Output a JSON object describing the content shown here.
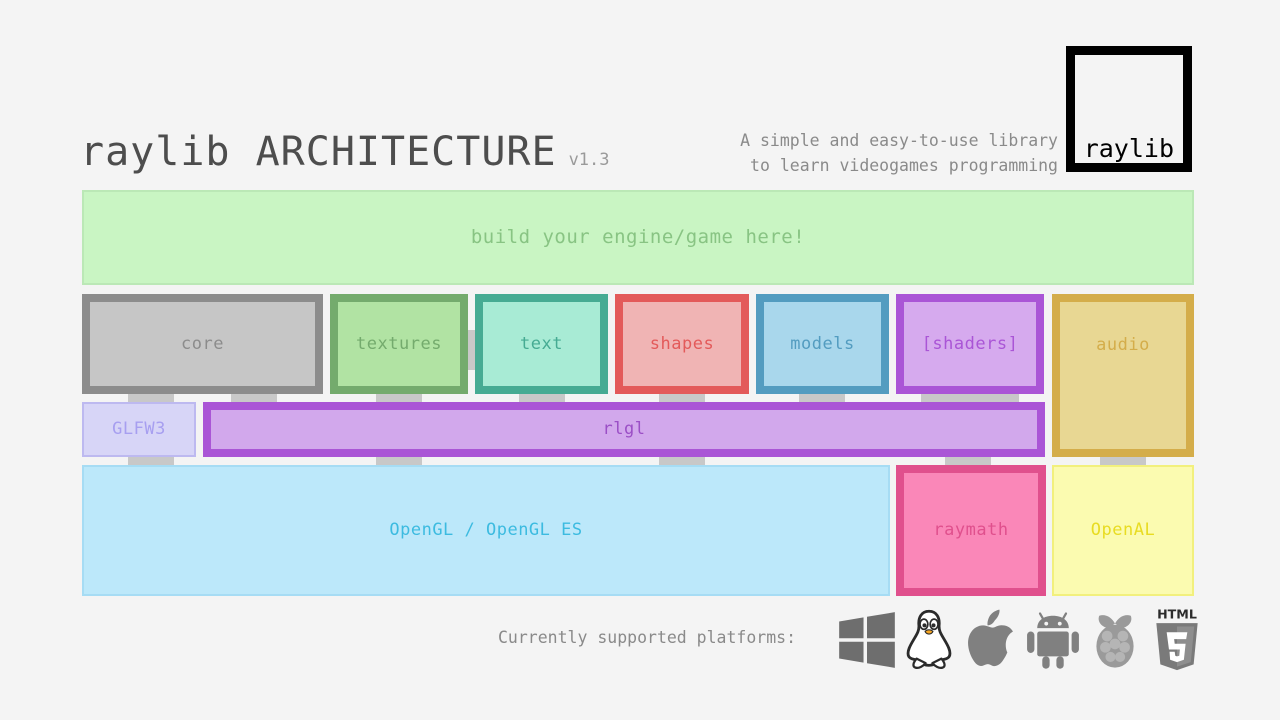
{
  "header": {
    "title_brand": "raylib ARCHITECTURE",
    "version": "v1.3",
    "tagline_line1": "A simple and easy-to-use library",
    "tagline_line2": "to learn videogames programming",
    "logo_text": "raylib"
  },
  "banner": {
    "label": "build your engine/game here!"
  },
  "modules": [
    {
      "label": "core",
      "color": "#8c8c8c"
    },
    {
      "label": "textures",
      "color": "#74ab6d"
    },
    {
      "label": "text",
      "color": "#46ab93"
    },
    {
      "label": "shapes",
      "color": "#e35a5a"
    },
    {
      "label": "models",
      "color": "#539cc0"
    },
    {
      "label": "[shaders]",
      "color": "#aa55d6"
    },
    {
      "label": "audio",
      "color": "#d4ad4a"
    }
  ],
  "backend": [
    {
      "label": "GLFW3",
      "color": "#a79ff0"
    },
    {
      "label": "rlgl",
      "color": "#9b4fc6"
    }
  ],
  "bottom": [
    {
      "label": "OpenGL / OpenGL ES",
      "color": "#3cbbe0"
    },
    {
      "label": "raymath",
      "color": "#e0508d"
    },
    {
      "label": "OpenAL",
      "color": "#e8dc22"
    }
  ],
  "footer": {
    "label": "Currently supported platforms:",
    "platforms": [
      "windows-icon",
      "linux-tux-icon",
      "apple-icon",
      "android-icon",
      "raspberry-pi-icon",
      "html5-icon"
    ]
  },
  "colors": {
    "background": "#f4f4f4",
    "text_gray": "#8a8a8a",
    "banner_bg": "#c9f5c3",
    "tab_gray": "#c8c8c8"
  }
}
